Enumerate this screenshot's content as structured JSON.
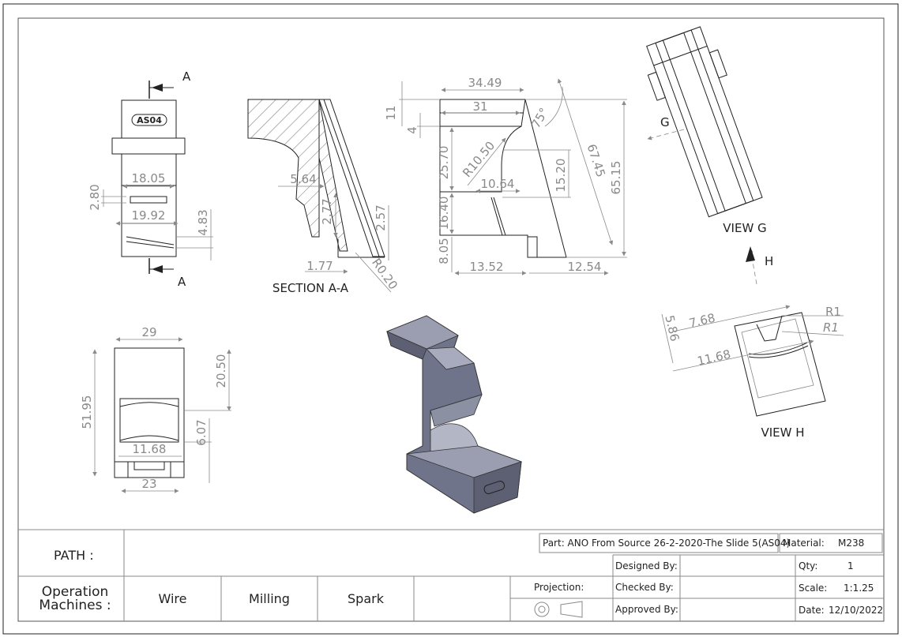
{
  "views": {
    "section_label": "SECTION A-A",
    "view_g_label": "VIEW G",
    "view_h_label": "VIEW H",
    "cut_a_top": "A",
    "cut_a_bottom": "A",
    "dir_g": "G",
    "dir_h": "H",
    "engraving": "AS04"
  },
  "dimensions": {
    "front": [
      "18.05",
      "2.80",
      "19.92",
      "4.83"
    ],
    "section": [
      "5.64",
      "2.77",
      "2.57",
      "1.77",
      "R0.20"
    ],
    "side": [
      "34.49",
      "31",
      "75°",
      "11",
      "4",
      "R10.50",
      "25.70",
      "10.64",
      "15.20",
      "67.45",
      "65.15",
      "16.40",
      "8.05",
      "13.52",
      "12.54"
    ],
    "bottom": [
      "29",
      "20.50",
      "51.95",
      "6.07",
      "11.68",
      "23"
    ],
    "view_h": [
      "R1",
      "R1",
      "7.68",
      "5.86",
      "11.68"
    ]
  },
  "title_block": {
    "path_label": "PATH :",
    "operation_label_1": "Operation",
    "operation_label_2": "Machines :",
    "machines": [
      "Wire",
      "Milling",
      "Spark"
    ],
    "part": "Part: ANO From Source 26-2-2020-The Slide 5(AS04)",
    "material_label": "Material:",
    "material_value": "M238",
    "designed_by": "Designed By:",
    "checked_by": "Checked By:",
    "approved_by": "Approved By:",
    "qty_label": "Qty:",
    "qty_value": "1",
    "scale_label": "Scale:",
    "scale_value": "1:1.25",
    "date_label": "Date:",
    "date_value": "12/10/2022",
    "projection_label": "Projection:"
  }
}
